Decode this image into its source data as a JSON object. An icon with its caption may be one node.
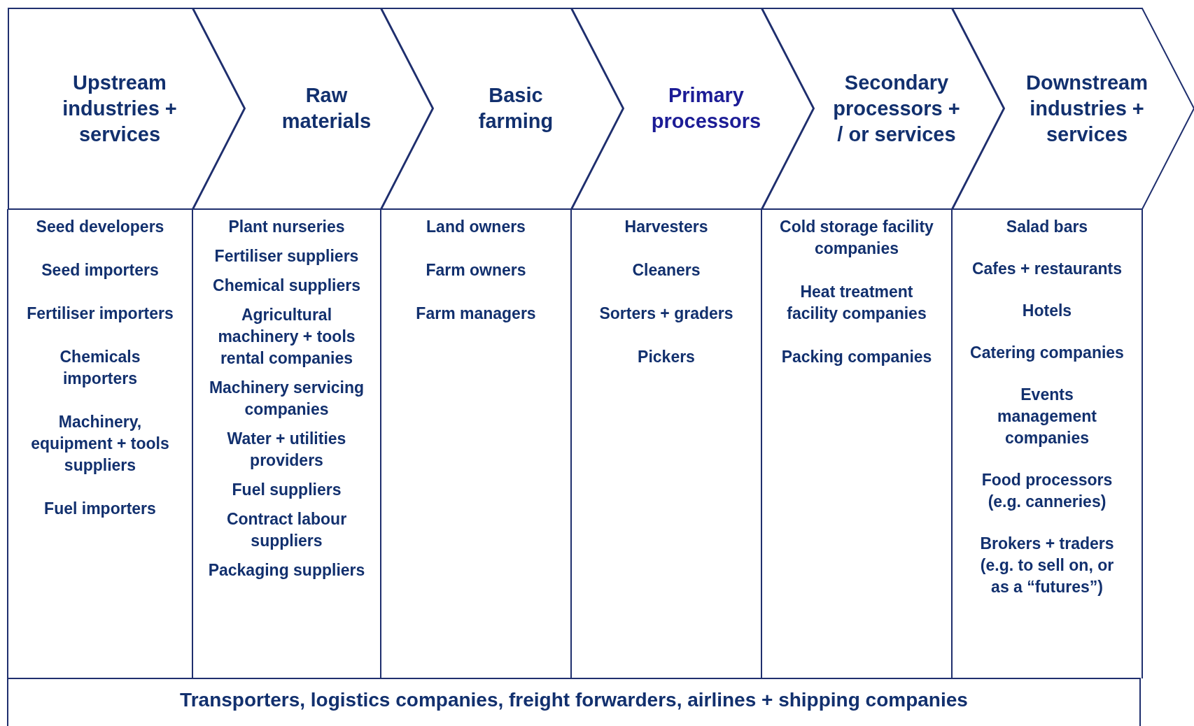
{
  "diagram": {
    "nodes": [
      {
        "text": [
          "Upstream industries + services"
        ]
      },
      {
        "text": [
          "Raw materials"
        ]
      },
      {
        "text": [
          "Basic farming"
        ]
      },
      {
        "text": [
          "Primary processors"
        ]
      },
      {
        "text": [
          "Secondary processors + / or services"
        ]
      },
      {
        "text": [
          "Downstream industries + services"
        ]
      },
      {
        "text": [
          "Seed developers",
          "Seed importers",
          "Fertiliser importers",
          "Chemicals importers",
          "Machinery, equipment + tools suppliers",
          "Fuel importers"
        ]
      },
      {
        "text": [
          "Plant nurseries",
          "Fertiliser suppliers",
          "Chemical suppliers",
          "Agricultural machinery + tools rental companies",
          "Machinery servicing companies",
          "Water + utilities providers",
          "Fuel suppliers",
          "Contract labour suppliers",
          "Packaging suppliers"
        ]
      },
      {
        "text": [
          "Land owners",
          "Farm owners",
          "Farm managers"
        ]
      },
      {
        "text": [
          "Harvesters",
          "Cleaners",
          "Sorters + graders",
          "Pickers"
        ]
      },
      {
        "text": [
          "Cold storage facility companies",
          "Heat treatment facility companies",
          "Packing companies"
        ]
      },
      {
        "text": [
          "Salad bars",
          "Cafes + restaurants",
          "Hotels",
          "Catering companies",
          "Events management companies",
          "Food processors (e.g. canneries)",
          "Brokers + traders (e.g. to sell on, or as a “futures”)"
        ]
      },
      {
        "text": [
          "Transporters, logistics companies, freight forwarders, airlines + shipping companies"
        ]
      }
    ]
  }
}
